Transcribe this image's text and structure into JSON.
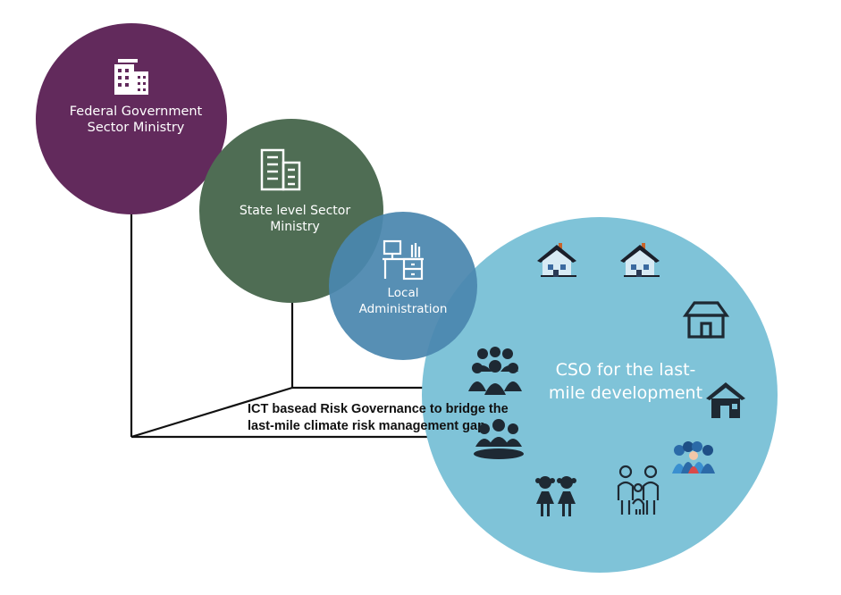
{
  "nodes": {
    "federal": {
      "label_line1": "Federal Government",
      "label_line2": "Sector Ministry",
      "icon": "office-building-icon",
      "color": "#622a5c"
    },
    "state": {
      "label_line1": "State level Sector",
      "label_line2": "Ministry",
      "icon": "office-building-icon",
      "color": "#4f6d54"
    },
    "local": {
      "label_line1": "Local",
      "label_line2": "Administration",
      "icon": "office-desk-icon",
      "color": "#4a86ae"
    },
    "cso": {
      "label_line1": "CSO for the last-",
      "label_line2": "mile development",
      "color": "#7fc3d8"
    }
  },
  "connector": {
    "label_line1": "ICT basead Risk Governance to bridge the",
    "label_line2": "last-mile climate risk management gap"
  },
  "community_icons": [
    "house-icon",
    "house-icon",
    "house-outline-icon",
    "house-icon",
    "group-icon",
    "group-icon",
    "community-group-icon",
    "family-icon",
    "children-icon"
  ]
}
